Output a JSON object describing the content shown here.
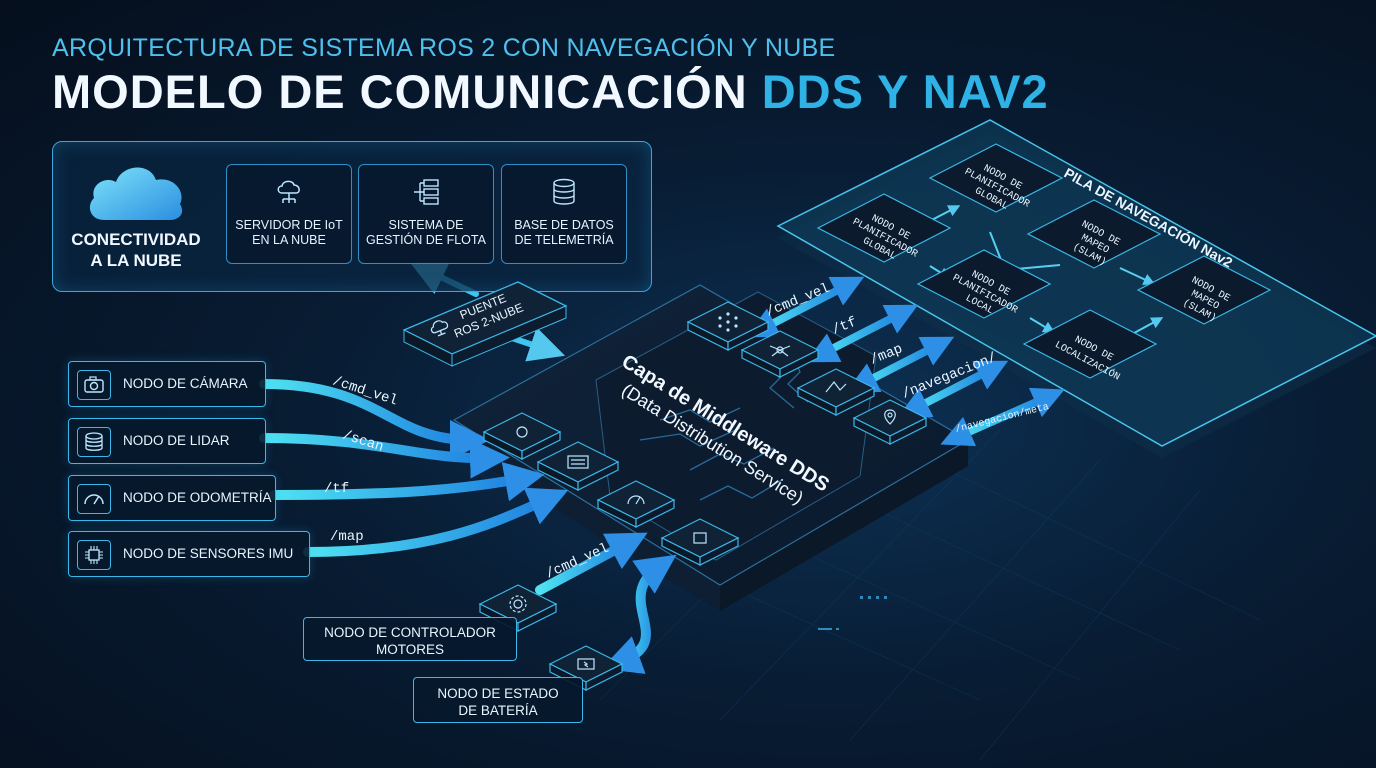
{
  "header": {
    "subtitle": "ARQUITECTURA DE SISTEMA ROS 2 CON NAVEGACIÓN Y NUBE",
    "title_part1": "MODELO DE COMUNICACIÓN",
    "title_part2": "DDS Y NAV2"
  },
  "cloud": {
    "label_line1": "CONECTIVIDAD",
    "label_line2": "A LA NUBE",
    "services": [
      {
        "icon": "cloud-server-icon",
        "line1": "SERVIDOR DE IoT",
        "line2": "EN LA NUBE"
      },
      {
        "icon": "fleet-management-icon",
        "line1": "SISTEMA DE",
        "line2": "GESTIÓN DE FLOTA"
      },
      {
        "icon": "database-icon",
        "line1": "BASE DE DATOS",
        "line2": "DE TELEMETRÍA"
      }
    ]
  },
  "bridge": {
    "line1": "PUENTE",
    "line2": "ROS 2-NUBE"
  },
  "sensor_nodes": [
    {
      "icon": "camera-icon",
      "label": "NODO DE CÁMARA",
      "topic": "/cmd_vel"
    },
    {
      "icon": "database-icon",
      "label": "NODO DE LIDAR",
      "topic": "/scan"
    },
    {
      "icon": "gauge-icon",
      "label": "NODO DE ODOMETRÍA",
      "topic": "/tf"
    },
    {
      "icon": "chip-icon",
      "label": "NODO DE SENSORES IMU",
      "topic": "/map"
    }
  ],
  "middleware": {
    "line1": "Capa de Middleware DDS",
    "line2": "(Data Distribution Service)"
  },
  "nav_topics": [
    "/cmd_vel",
    "/tf",
    "/map",
    "/navegacion/",
    "/navegacion/meta"
  ],
  "nav2": {
    "title": "PILA DE NAVEGACIÓN Nav2",
    "nodes": [
      {
        "lines": [
          "NODO DE",
          "PLANIFICADOR",
          "GLOBAL"
        ]
      },
      {
        "lines": [
          "NODO DE",
          "PLANIFICADOR",
          "GLOBAL"
        ]
      },
      {
        "lines": [
          "NODO DE",
          "MAPEO",
          "(SLAM)"
        ]
      },
      {
        "lines": [
          "NODO DE",
          "PLANIFICADOR",
          "LOCAL"
        ]
      },
      {
        "lines": [
          "NODO DE",
          "MAPEO",
          "(SLAM)"
        ]
      },
      {
        "lines": [
          "NODO DE",
          "LOCALIZACIÓN"
        ]
      }
    ]
  },
  "bottom": {
    "topic": "/cmd_vel",
    "motor": {
      "line1": "NODO DE CONTROLADOR",
      "line2": "MOTORES"
    },
    "battery": {
      "line1": "NODO DE ESTADO",
      "line2": "DE BATERÍA"
    }
  },
  "colors": {
    "accent": "#2fb3e6",
    "panel_border": "#3aa6dd",
    "background": "#07182b",
    "arrow": "#39b8ee"
  }
}
